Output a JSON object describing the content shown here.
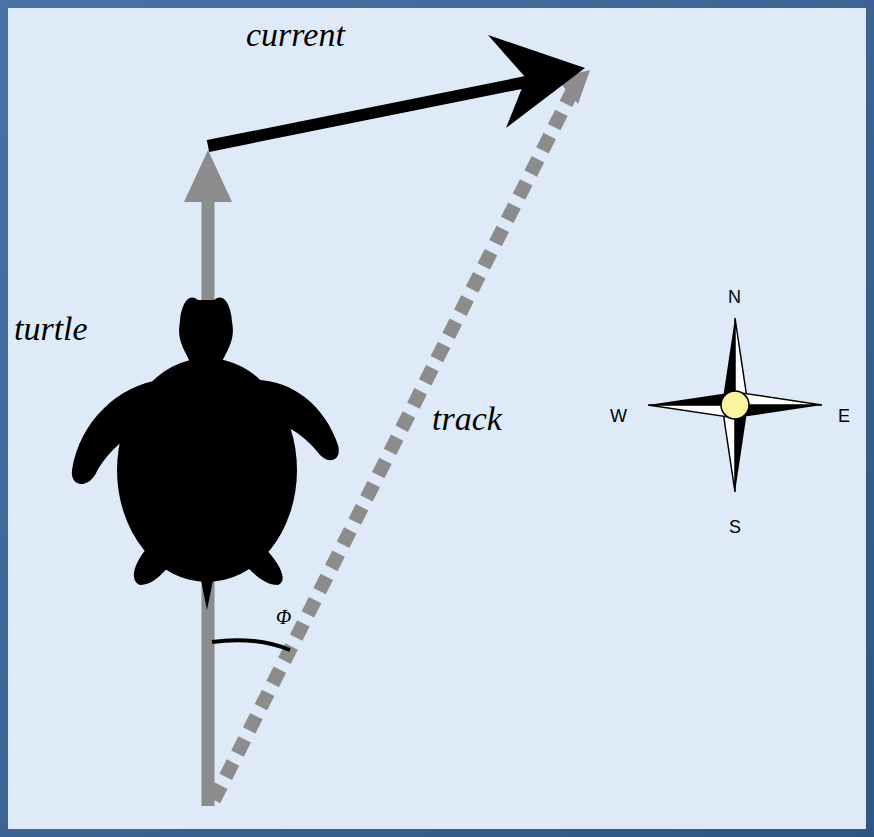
{
  "diagram": {
    "labels": [
      "current",
      "turtle",
      "track",
      "Φ",
      "N",
      "W",
      "E",
      "S"
    ]
  }
}
